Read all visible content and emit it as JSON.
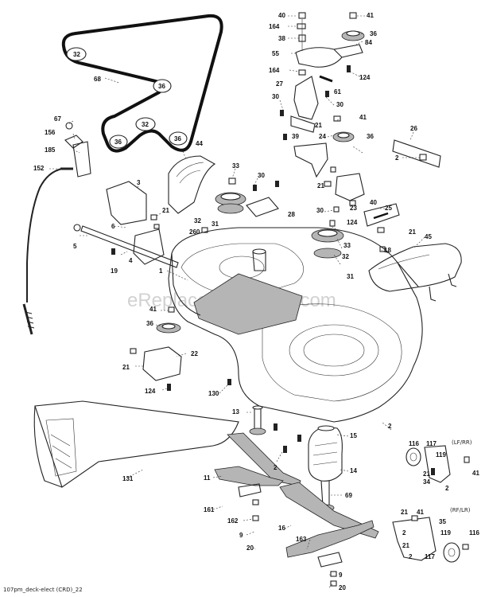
{
  "watermark": "eReplacementParts.com",
  "caption": "107pm_deck-elect (CRD)_22",
  "side_labels": {
    "lf_rr": "(LF/RR)",
    "rf_lr": "(RF/LR)"
  },
  "callouts": {
    "c1": "1",
    "c2a": "2",
    "c2b": "2",
    "c2c": "2",
    "c2d": "2",
    "c2e": "2",
    "c2f": "2",
    "c2g": "2",
    "c3": "3",
    "c4": "4",
    "c5": "5",
    "c6": "6",
    "c9a": "9",
    "c9b": "9",
    "c11": "11",
    "c13": "13",
    "c14": "14",
    "c15": "15",
    "c16": "16",
    "c18": "18",
    "c19": "19",
    "c20a": "20",
    "c20b": "20",
    "c21a": "21",
    "c21b": "21",
    "c21c": "21",
    "c21d": "21",
    "c21e": "21",
    "c21f": "21",
    "c21g": "21",
    "c22": "22",
    "c23": "23",
    "c24": "24",
    "c25": "25",
    "c26": "26",
    "c27": "27",
    "c28": "28",
    "c30a": "30",
    "c30b": "30",
    "c30c": "30",
    "c30d": "30",
    "c31a": "31",
    "c31b": "31",
    "c32a": "32",
    "c32b": "32",
    "c32c": "32",
    "c32d": "32",
    "c33": "33",
    "c34": "34",
    "c35": "35",
    "c36a": "36",
    "c36b": "36",
    "c36c": "36",
    "c36d": "36",
    "c36e": "36",
    "c36f": "36",
    "c38": "38",
    "c39": "39",
    "c40a": "40",
    "c40b": "40",
    "c41a": "41",
    "c41b": "41",
    "c41c": "41",
    "c41d": "41",
    "c41e": "41",
    "c44": "44",
    "c45": "45",
    "c55": "55",
    "c61": "61",
    "c67": "67",
    "c68": "68",
    "c69": "69",
    "c84": "84",
    "c116a": "116",
    "c116b": "116",
    "c117a": "117",
    "c117b": "117",
    "c119a": "119",
    "c119b": "119",
    "c124a": "124",
    "c124b": "124",
    "c124c": "124",
    "c130": "130",
    "c131": "131",
    "c152": "152",
    "c156": "156",
    "c161": "161",
    "c162": "162",
    "c163": "163",
    "c164a": "164",
    "c164b": "164",
    "c185": "185",
    "c260": "260"
  }
}
